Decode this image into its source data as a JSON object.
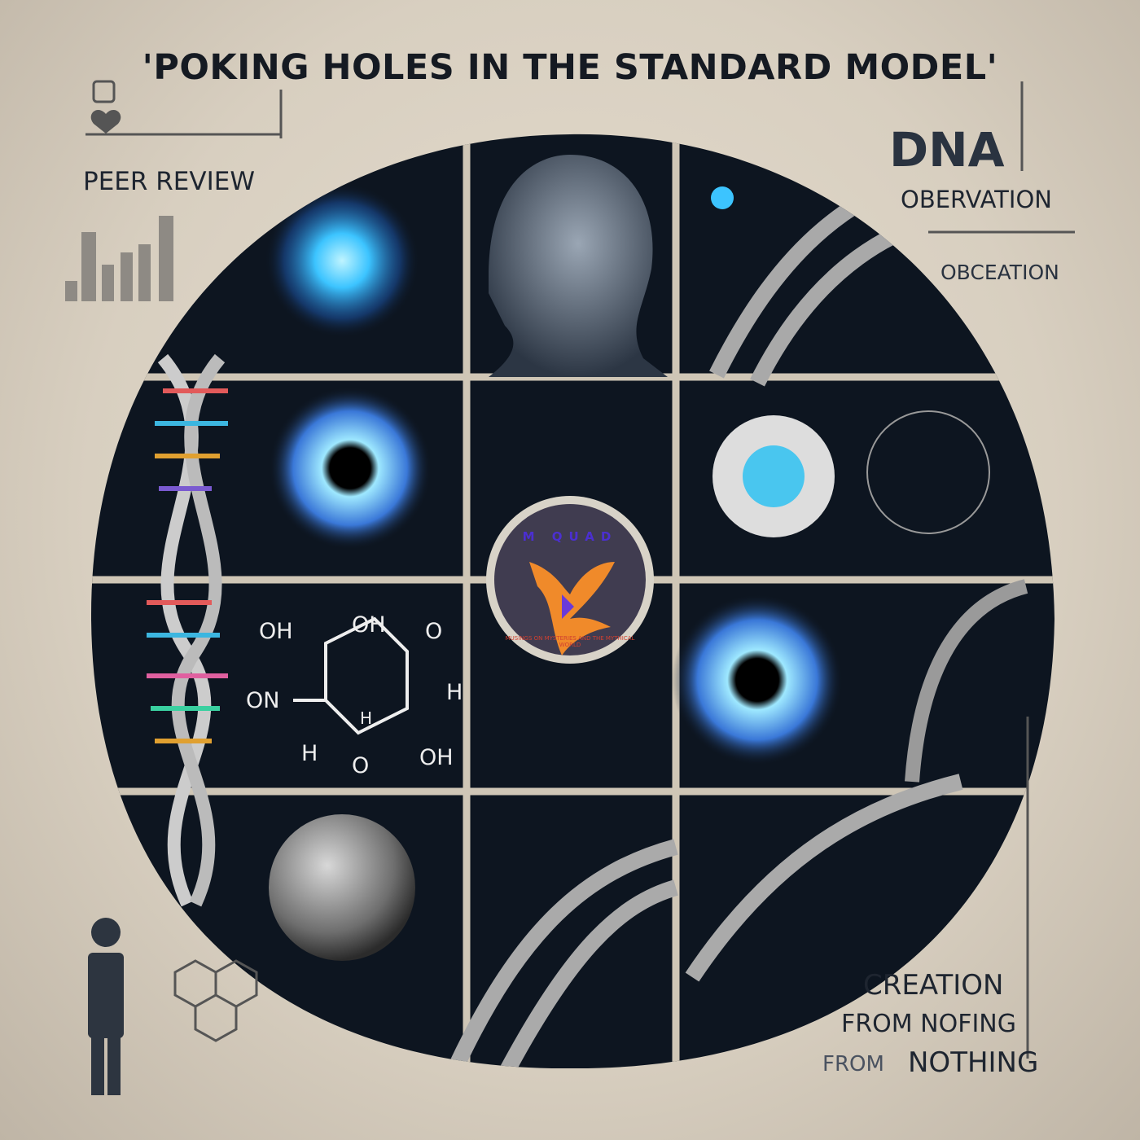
{
  "title": "'POKING HOLES IN THE STANDARD MODEL'",
  "labels": {
    "peer_review": "PEER REVIEW",
    "dna": "DNA",
    "observation": "OBERVATION",
    "observation_2": "OBCEATION",
    "creation": "CREATION",
    "from_nofing": "FROM NOFING",
    "from": "FROM",
    "nothing": "NOTHING"
  },
  "chemistry": [
    "OH",
    "OH",
    "O",
    "ON",
    "H",
    "H",
    "O",
    "OH",
    "H"
  ],
  "logo": {
    "name": "M QUAD",
    "ring_text": "MUSINGS ON MYSTERIES AND THE MYTHICAL WORLD"
  },
  "colors": {
    "background": "#d9d0c2",
    "panel": "#0d1520",
    "glow": "#4fd2ff",
    "logo_bg": "#403c50"
  }
}
